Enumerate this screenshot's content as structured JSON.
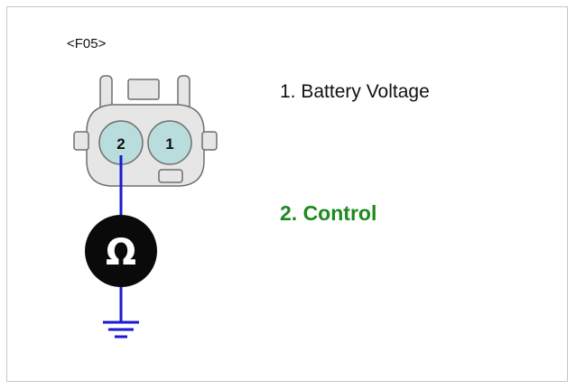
{
  "connector": {
    "id": "<F05>",
    "pins": [
      {
        "number": "2"
      },
      {
        "number": "1"
      }
    ]
  },
  "pin_descriptions": [
    {
      "text": "1. Battery Voltage",
      "color": "#111111"
    },
    {
      "text": "2. Control",
      "color": "#1c8a1c"
    }
  ],
  "meter": {
    "symbol": "Ω",
    "icon": "ohmmeter-icon"
  },
  "ground": {
    "icon": "ground-symbol-icon"
  },
  "colors": {
    "wire": "#1a1ad0",
    "pin_fill": "#b9dcdc",
    "housing_fill": "#e6e6e6",
    "meter_fill": "#0a0a0a",
    "highlight_text": "#1c8a1c"
  }
}
